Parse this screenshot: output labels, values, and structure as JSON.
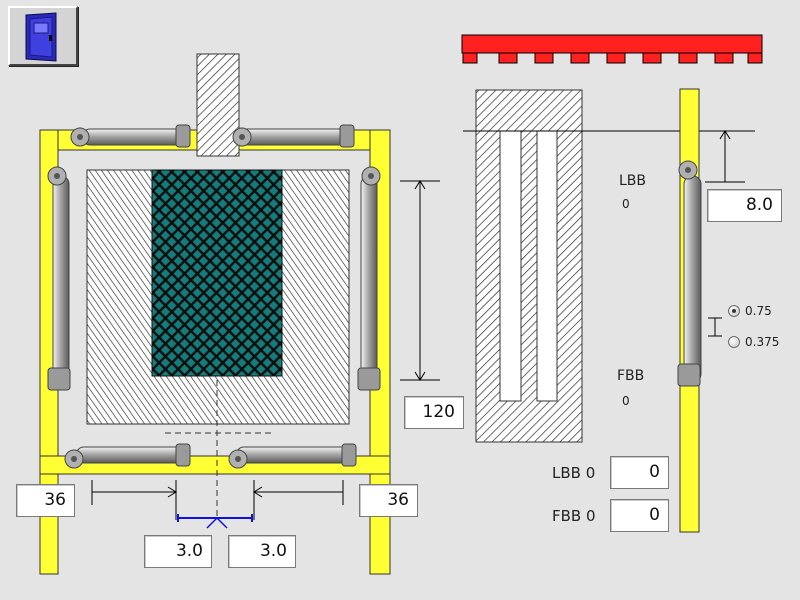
{
  "icons": {
    "door_button": "door-icon"
  },
  "colors": {
    "frame_yellow": "#ffff33",
    "heater_red": "#ff2020",
    "mesh_teal": "#127a78"
  },
  "dimensions": {
    "left_gap": "36",
    "right_gap": "36",
    "center_left_offset": "3.0",
    "center_right_offset": "3.0",
    "height": "120",
    "top_clearance": "8.0"
  },
  "side_panel": {
    "lbb_label": "LBB",
    "lbb_value": "0",
    "fbb_label": "FBB",
    "fbb_value": "0",
    "radio_options": [
      {
        "label": "0.75",
        "selected": true
      },
      {
        "label": "0.375",
        "selected": false
      }
    ]
  },
  "readouts": {
    "lbb0_label": "LBB 0",
    "lbb0_value": "0",
    "fbb0_label": "FBB 0",
    "fbb0_value": "0"
  }
}
